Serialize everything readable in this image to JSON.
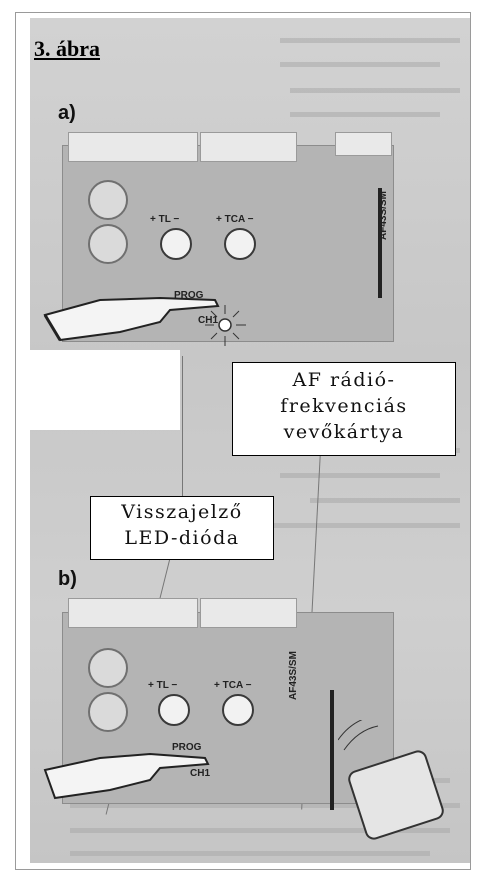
{
  "figure": {
    "title": "3. ábra",
    "panel_a_label": "a)",
    "panel_b_label": "b)"
  },
  "device": {
    "model_label": "AF43S/SM",
    "tl_label": "+ TL −",
    "tca_label": "+ TCA −",
    "prog_label": "PROG",
    "ch1_label": "CH1"
  },
  "callouts": {
    "rf_card": [
      "AF rádió-",
      "frekvenciás",
      "vevőkártya"
    ],
    "led": [
      "Visszajelző",
      "LED-dióda"
    ]
  }
}
